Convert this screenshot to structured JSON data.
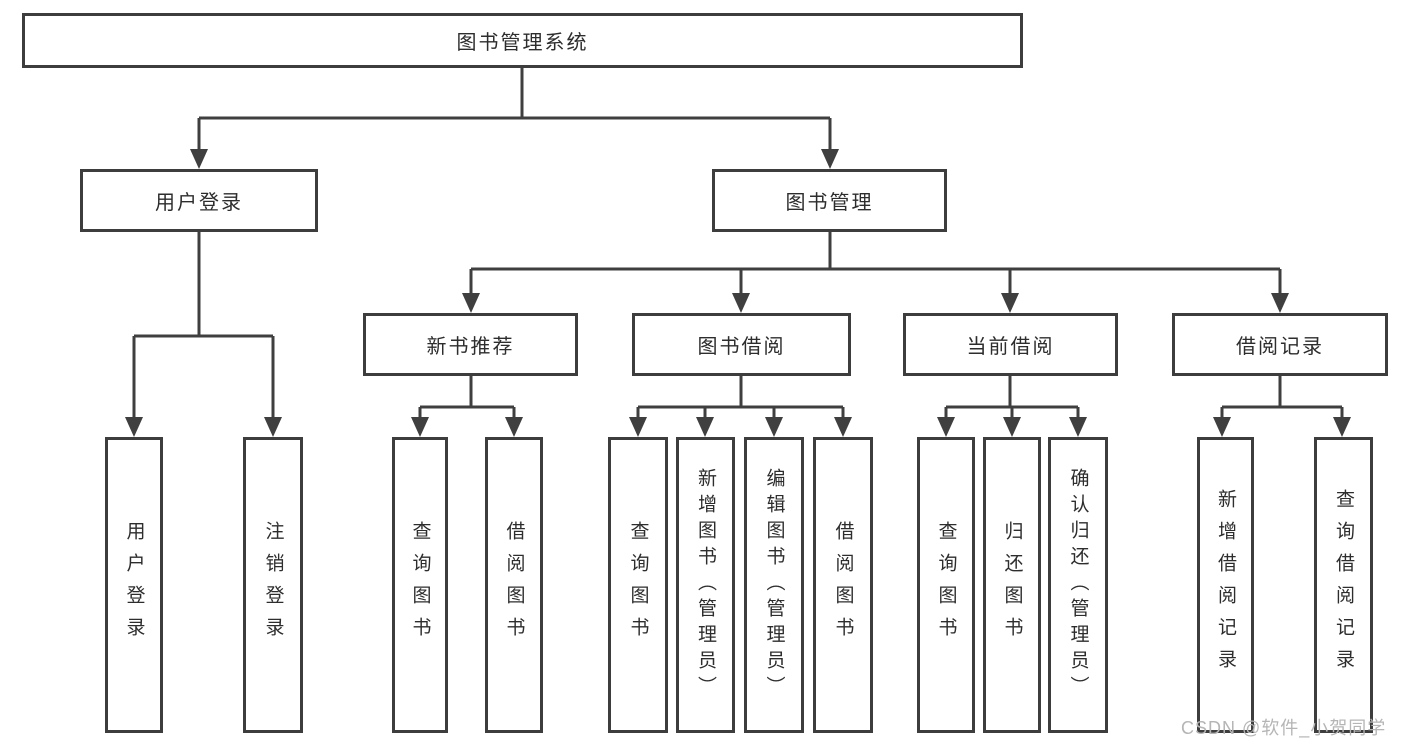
{
  "diagram": {
    "title": "图书管理系统",
    "root": {
      "label": "图书管理系统"
    },
    "level2": [
      {
        "id": "user-login",
        "label": "用户登录"
      },
      {
        "id": "book-management",
        "label": "图书管理"
      }
    ],
    "level3": [
      {
        "id": "new-book-recommend",
        "label": "新书推荐",
        "parent": "book-management"
      },
      {
        "id": "book-borrow",
        "label": "图书借阅",
        "parent": "book-management"
      },
      {
        "id": "current-borrow",
        "label": "当前借阅",
        "parent": "book-management"
      },
      {
        "id": "borrow-records",
        "label": "借阅记录",
        "parent": "book-management"
      }
    ],
    "leaves": [
      {
        "id": "leaf-user-login",
        "label": "用户登录",
        "parent": "user-login"
      },
      {
        "id": "leaf-logout",
        "label": "注销登录",
        "parent": "user-login"
      },
      {
        "id": "leaf-query-books-1",
        "label": "查询图书",
        "parent": "new-book-recommend"
      },
      {
        "id": "leaf-borrow-books-1",
        "label": "借阅图书",
        "parent": "new-book-recommend"
      },
      {
        "id": "leaf-query-books-2",
        "label": "查询图书",
        "parent": "book-borrow"
      },
      {
        "id": "leaf-add-books",
        "label": "新增图书（管理员）",
        "parent": "book-borrow"
      },
      {
        "id": "leaf-edit-books",
        "label": "编辑图书（管理员）",
        "parent": "book-borrow"
      },
      {
        "id": "leaf-borrow-books-2",
        "label": "借阅图书",
        "parent": "book-borrow"
      },
      {
        "id": "leaf-query-books-3",
        "label": "查询图书",
        "parent": "current-borrow"
      },
      {
        "id": "leaf-return-books",
        "label": "归还图书",
        "parent": "current-borrow"
      },
      {
        "id": "leaf-confirm-return",
        "label": "确认归还（管理员）",
        "parent": "current-borrow"
      },
      {
        "id": "leaf-add-borrow-record",
        "label": "新增借阅记录",
        "parent": "borrow-records"
      },
      {
        "id": "leaf-query-borrow-record",
        "label": "查询借阅记录",
        "parent": "borrow-records"
      }
    ]
  },
  "watermark": "CSDN @软件_小贺同学",
  "colors": {
    "line": "#3f3f3f",
    "box_border": "#3d3d3d",
    "box_background": "#ffffff",
    "text": "#2d2d2d",
    "watermark": "#b5b5b5",
    "page_background": "#ffffff"
  }
}
